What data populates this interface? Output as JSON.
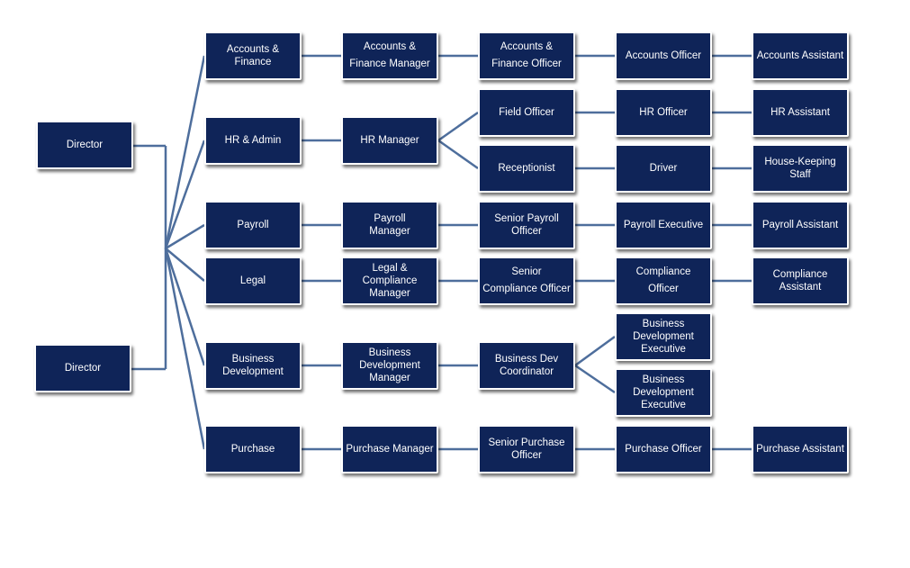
{
  "colors": {
    "box_fill": "#0f2458",
    "box_text": "#ffffff",
    "connector": "#4e6e9c"
  },
  "directors": [
    {
      "id": "dir1",
      "label": "Director"
    },
    {
      "id": "dir2",
      "label": "Director"
    }
  ],
  "departments": [
    {
      "id": "acc",
      "label": "Accounts & Finance",
      "chain": [
        {
          "id": "acc2",
          "label": "Accounts &\nFinance Manager"
        },
        {
          "id": "acc3",
          "label": "Accounts &\nFinance Officer"
        },
        {
          "id": "acc4",
          "label": "Accounts Officer"
        },
        {
          "id": "acc5",
          "label": "Accounts Assistant"
        }
      ]
    },
    {
      "id": "hr",
      "label": "HR & Admin",
      "chain": [
        {
          "id": "hr2",
          "label": "HR Manager"
        }
      ],
      "branches": [
        [
          {
            "id": "hrf1",
            "label": "Field Officer"
          },
          {
            "id": "hrf2",
            "label": "HR Officer"
          },
          {
            "id": "hrf3",
            "label": "HR Assistant"
          }
        ],
        [
          {
            "id": "hrr1",
            "label": "Receptionist"
          },
          {
            "id": "hrr2",
            "label": "Driver"
          },
          {
            "id": "hrr3",
            "label": "House-Keeping\nStaff"
          }
        ]
      ]
    },
    {
      "id": "pay",
      "label": "Payroll",
      "chain": [
        {
          "id": "pay2",
          "label": "Payroll\nManager"
        },
        {
          "id": "pay3",
          "label": "Senior Payroll\nOfficer"
        },
        {
          "id": "pay4",
          "label": "Payroll Executive"
        },
        {
          "id": "pay5",
          "label": "Payroll Assistant"
        }
      ]
    },
    {
      "id": "leg",
      "label": "Legal",
      "chain": [
        {
          "id": "leg2",
          "label": "Legal & Compliance\nManager"
        },
        {
          "id": "leg3",
          "label": "Senior\nCompliance Officer"
        },
        {
          "id": "leg4",
          "label": "Compliance\nOfficer"
        },
        {
          "id": "leg5",
          "label": "Compliance\nAssistant"
        }
      ]
    },
    {
      "id": "bd",
      "label": "Business\nDevelopment",
      "chain": [
        {
          "id": "bd2",
          "label": "Business\nDevelopment\nManager"
        },
        {
          "id": "bd3",
          "label": "Business Dev\nCoordinator"
        }
      ],
      "branches": [
        [
          {
            "id": "bd4a",
            "label": "Business\nDevelopment\nExecutive"
          }
        ],
        [
          {
            "id": "bd4b",
            "label": "Business\nDevelopment\nExecutive"
          }
        ]
      ]
    },
    {
      "id": "pur",
      "label": "Purchase",
      "chain": [
        {
          "id": "pur2",
          "label": "Purchase Manager"
        },
        {
          "id": "pur3",
          "label": "Senior Purchase\nOfficer"
        },
        {
          "id": "pur4",
          "label": "Purchase Officer"
        },
        {
          "id": "pur5",
          "label": "Purchase Assistant"
        }
      ]
    }
  ]
}
